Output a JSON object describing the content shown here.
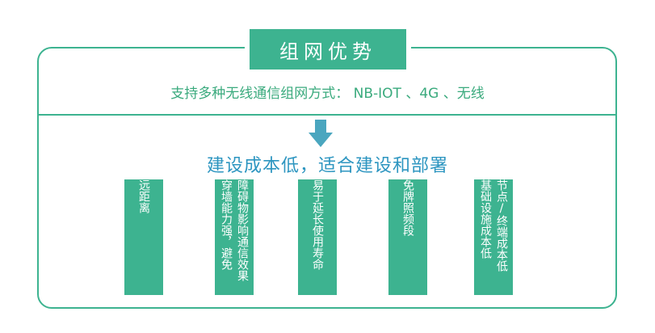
{
  "title": "组网优势",
  "subtitle": "支持多种无线通信组网方式： NB-IOT 、4G 、无线",
  "headline": "建设成本低，适合建设和部署",
  "columns": [
    {
      "lines": [
        "远距离"
      ]
    },
    {
      "lines": [
        "障碍物影响通信效果",
        "穿墙能力强，避免"
      ]
    },
    {
      "lines": [
        "易于延长使用寿命"
      ]
    },
    {
      "lines": [
        "免牌照频段"
      ]
    },
    {
      "lines": [
        "节点/终端成本低",
        "基础设施成本低"
      ]
    }
  ],
  "colors": {
    "green": "#3db390",
    "blue": "#2c95c0",
    "arrow": "#4aa6bf"
  }
}
